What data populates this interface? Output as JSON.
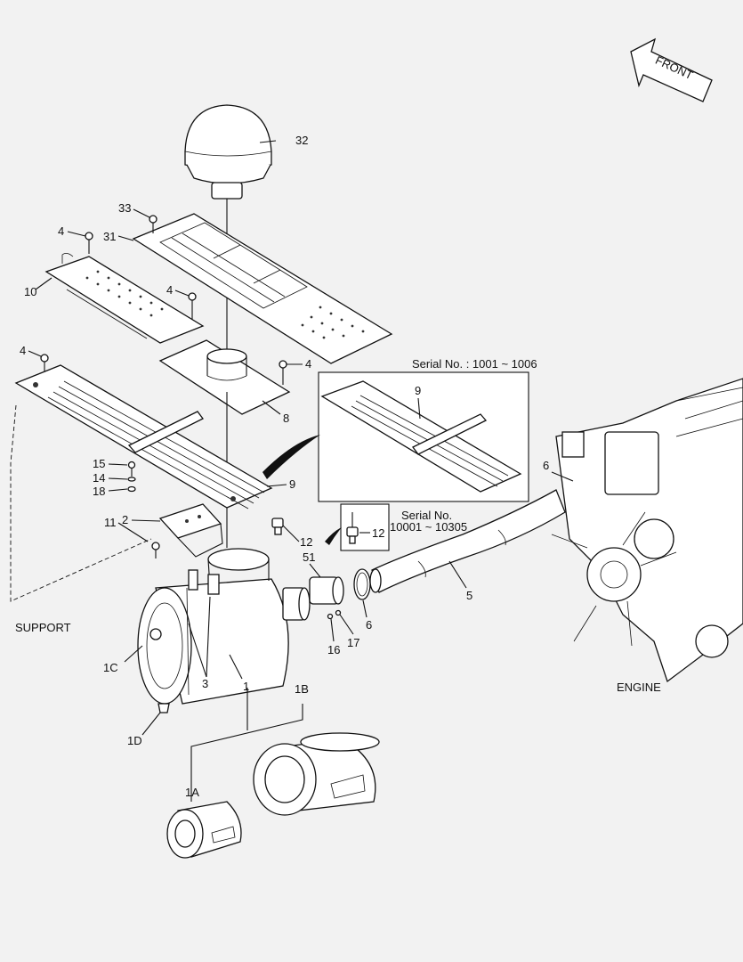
{
  "front_arrow": {
    "label": "FRONT"
  },
  "labels": {
    "support": "SUPPORT",
    "engine": "ENGINE"
  },
  "inset_top": {
    "serial": "Serial No. : 1001 ~ 1006",
    "callout": "9"
  },
  "inset_small": {
    "serial_line1": "Serial No.",
    "serial_line2": "10001 ~ 10305",
    "callout": "12"
  },
  "callouts": {
    "c32": "32",
    "c33": "33",
    "c31": "31",
    "c4a": "4",
    "c10": "10",
    "c4b": "4",
    "c4c": "4",
    "c4d": "4",
    "c8": "8",
    "c9": "9",
    "c15": "15",
    "c14": "14",
    "c18": "18",
    "c2": "2",
    "c11": "11",
    "c12": "12",
    "c51": "51",
    "c6a": "6",
    "c16": "16",
    "c17": "17",
    "c5": "5",
    "c6b": "6",
    "c1C": "1C",
    "c1": "1",
    "c3": "3",
    "c1D": "1D",
    "c1B": "1B",
    "c1A": "1A"
  }
}
